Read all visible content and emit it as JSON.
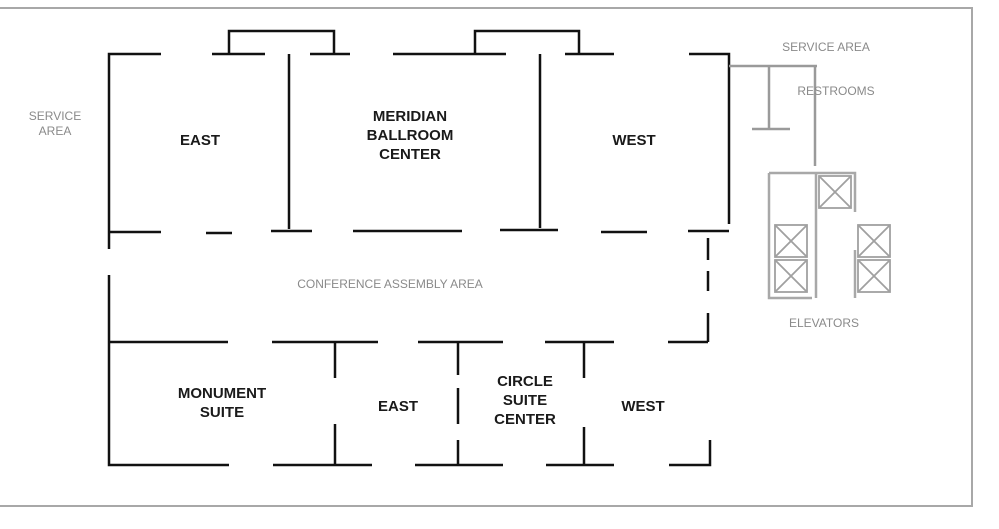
{
  "colors": {
    "wall": "#111111",
    "service": "#9a9a9a",
    "frame": "#a8a8a8"
  },
  "labels": {
    "service_area_left": "SERVICE\nAREA",
    "service_area_right": "SERVICE AREA",
    "restrooms": "RESTROOMS",
    "elevators": "ELEVATORS",
    "conference_assembly": "CONFERENCE ASSEMBLY AREA",
    "meridian_east": "EAST",
    "meridian_center": "MERIDIAN\nBALLROOM\nCENTER",
    "meridian_west": "WEST",
    "monument_suite": "MONUMENT\nSUITE",
    "circle_east": "EAST",
    "circle_center": "CIRCLE\nSUITE\nCENTER",
    "circle_west": "WEST"
  },
  "icons": {
    "elevator": "elevator-car-icon"
  }
}
